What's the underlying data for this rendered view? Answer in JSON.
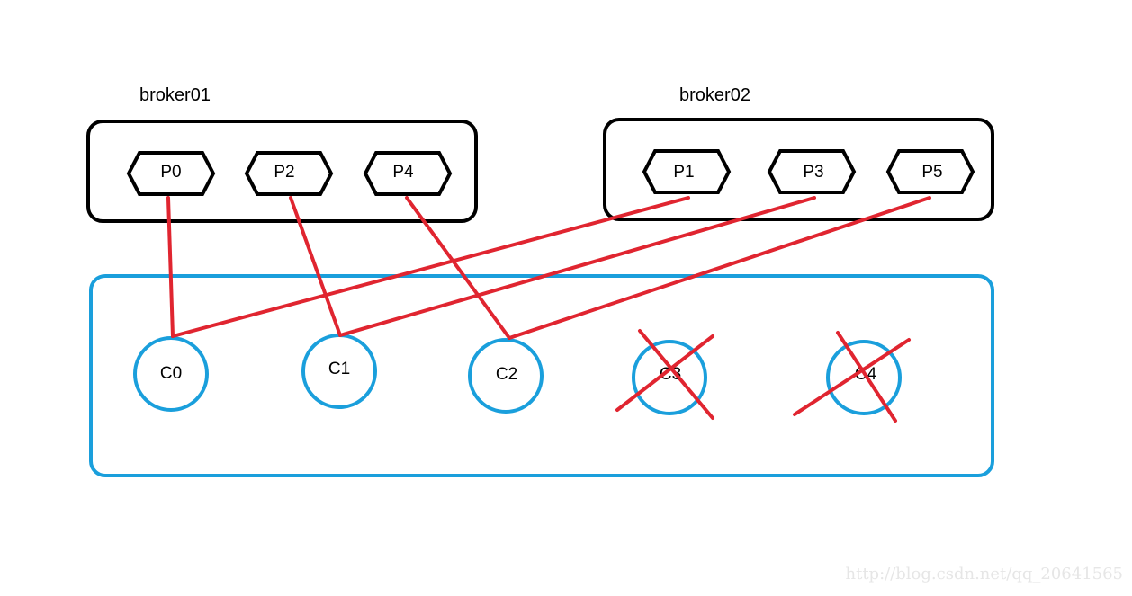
{
  "brokers": [
    {
      "id": "broker01",
      "title": "broker01",
      "partitions": [
        "P0",
        "P2",
        "P4"
      ]
    },
    {
      "id": "broker02",
      "title": "broker02",
      "partitions": [
        "P1",
        "P3",
        "P5"
      ]
    }
  ],
  "consumers": [
    {
      "id": "C0",
      "label": "C0",
      "removed": false
    },
    {
      "id": "C1",
      "label": "C1",
      "removed": false
    },
    {
      "id": "C2",
      "label": "C2",
      "removed": false
    },
    {
      "id": "C3",
      "label": "C3",
      "removed": true
    },
    {
      "id": "C4",
      "label": "C4",
      "removed": true
    }
  ],
  "assignments": [
    {
      "partition": "P0",
      "consumer": "C0"
    },
    {
      "partition": "P1",
      "consumer": "C0"
    },
    {
      "partition": "P2",
      "consumer": "C1"
    },
    {
      "partition": "P3",
      "consumer": "C1"
    },
    {
      "partition": "P4",
      "consumer": "C2"
    },
    {
      "partition": "P5",
      "consumer": "C2"
    }
  ],
  "watermark": "http://blog.csdn.net/qq_20641565",
  "colors": {
    "broker_border": "#000000",
    "group_border": "#1a9fdc",
    "consumer_border": "#1a9fdc",
    "assignment_line": "#e02530",
    "cross": "#e02530"
  }
}
